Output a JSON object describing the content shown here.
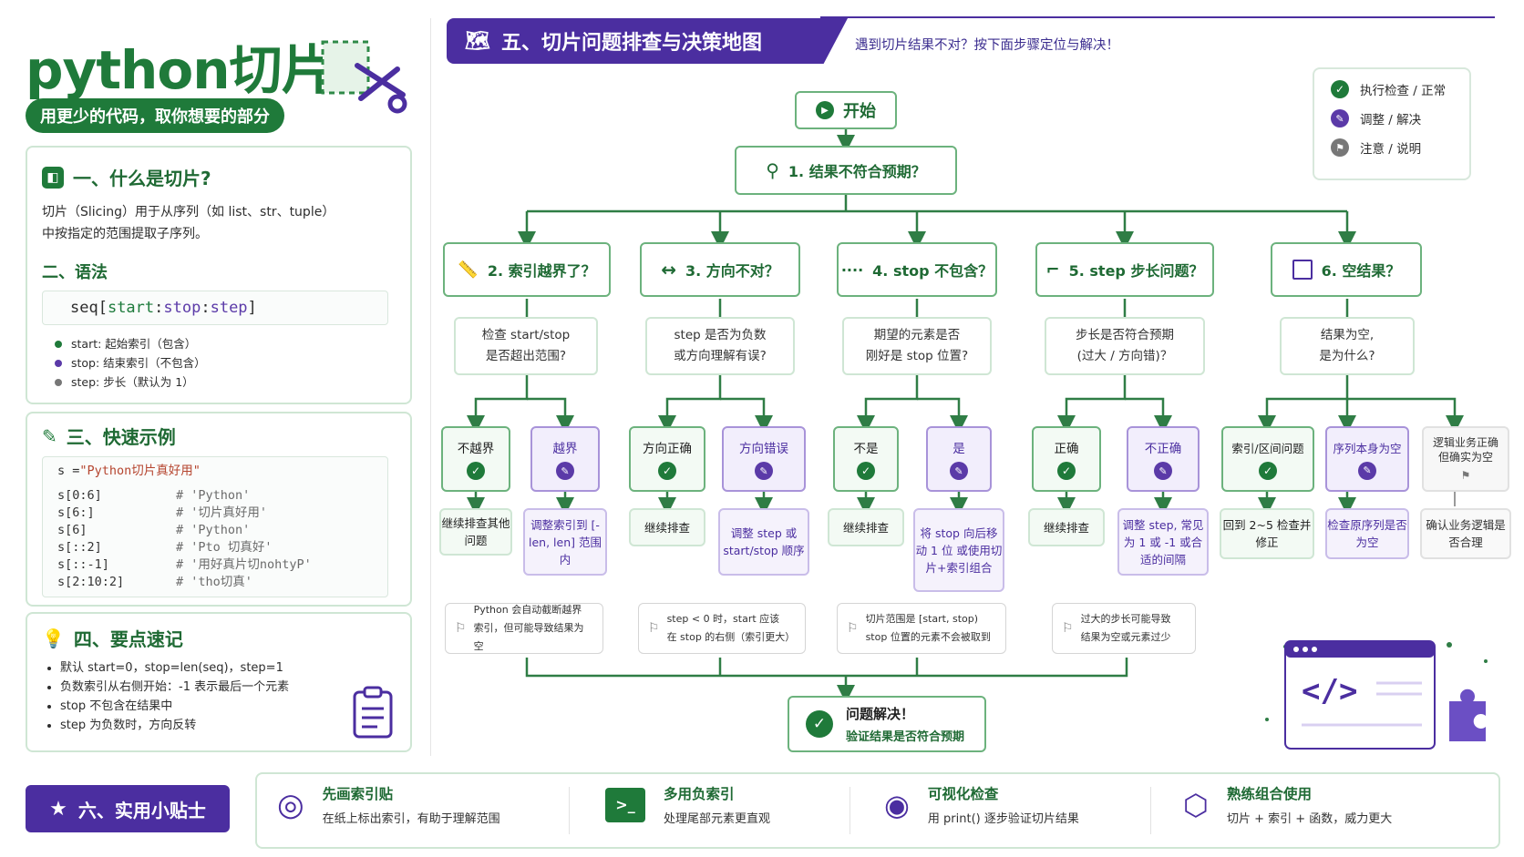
{
  "brand": {
    "title": "python切片",
    "tagline": "用更少的代码，取你想要的部分"
  },
  "sec1": {
    "title": "一、什么是切片?",
    "body1": "切片（Slicing）用于从序列（如 list、str、tuple）",
    "body2": "中按指定的范围提取子序列。"
  },
  "sec2": {
    "title": "二、语法",
    "syntax_pre": "seq[",
    "syntax_start": "start",
    "syntax_colon1": ":",
    "syntax_stop": "stop",
    "syntax_colon2": ":",
    "syntax_step": "step",
    "syntax_post": "]",
    "bullets": [
      {
        "text": "start: 起始索引（包含）",
        "color": "#1f7a3a"
      },
      {
        "text": "stop: 结束索引（不包含）",
        "color": "#5b3aa8"
      },
      {
        "text": "step: 步长（默认为 1）",
        "color": "#777777"
      }
    ]
  },
  "sec3": {
    "title": "三、快速示例",
    "assign_var": "s = ",
    "assign_str": "\"Python切片真好用\"",
    "rows": [
      {
        "code": "s[0:6]",
        "comment": "#  'Python'"
      },
      {
        "code": "s[6:]",
        "comment": "#  '切片真好用'"
      },
      {
        "code": "s[6]",
        "comment": "#  'Python'"
      },
      {
        "code": "s[::2]",
        "comment": "#  'Pto 切真好'"
      },
      {
        "code": "s[::-1]",
        "comment": "#  '用好真片切nohtyP'"
      },
      {
        "code": "s[2:10:2]",
        "comment": "#  'tho切真'"
      }
    ]
  },
  "sec4": {
    "title": "四、要点速记",
    "items": [
      "默认 start=0，stop=len(seq)，step=1",
      "负数索引从右侧开始：-1 表示最后一个元素",
      "stop 不包含在结果中",
      "step 为负数时，方向反转"
    ]
  },
  "banner": {
    "title": "五、切片问题排查与决策地图",
    "subtitle": "遇到切片结果不对？按下面步骤定位与解决！"
  },
  "legend": [
    "执行检查 / 正常",
    "调整 / 解决",
    "注意 / 说明"
  ],
  "flow": {
    "start": "开始",
    "root": "1. 结果不符合预期？",
    "questions": [
      {
        "title": "2. 索引越界了？",
        "desc1": "检查 start/stop",
        "desc2": "是否超出范围?"
      },
      {
        "title": "3. 方向不对？",
        "desc1": "step 是否为负数",
        "desc2": "或方向理解有误?"
      },
      {
        "title": "4. stop 不包含？",
        "desc1": "期望的元素是否",
        "desc2": "刚好是 stop 位置?"
      },
      {
        "title": "5. step 步长问题？",
        "desc1": "步长是否符合预期",
        "desc2": "(过大 / 方向错)？"
      },
      {
        "title": "6. 空结果？",
        "desc1": "结果为空,",
        "desc2": "是为什么?"
      }
    ],
    "branches": [
      "不越界",
      "越界",
      "方向正确",
      "方向错误",
      "不是",
      "是",
      "正确",
      "不正确",
      "索引/区间问题",
      "序列本身为空",
      "逻辑业务正确但确实为空"
    ],
    "actions": [
      "继续排查其他问题",
      "调整索引到 [-len, len] 范围内",
      "继续排查",
      "调整 step 或 start/stop 顺序",
      "继续排查",
      "将 stop 向后移动 1 位 或使用切片+索引组合",
      "继续排查",
      "调整 step, 常见为 1 或 -1 或合适的间隔",
      "回到 2~5 检查并修正",
      "检查原序列是否为空",
      "确认业务逻辑是否合理"
    ],
    "notes": [
      {
        "l1": "Python 会自动截断越界",
        "l2": "索引，但可能导致结果为空"
      },
      {
        "l1": "step < 0 时，start 应该",
        "l2": "在 stop 的右侧（索引更大）"
      },
      {
        "l1": "切片范围是 [start, stop)",
        "l2": "stop 位置的元素不会被取到"
      },
      {
        "l1": "过大的步长可能导致",
        "l2": "结果为空或元素过少"
      }
    ],
    "end_title": "问题解决！",
    "end_sub": "验证结果是否符合预期"
  },
  "tips": {
    "title": "六、实用小贴士",
    "items": [
      {
        "title": "先画索引贴",
        "desc": "在纸上标出索引，有助于理解范围",
        "icon": "target-icon"
      },
      {
        "title": "多用负索引",
        "desc": "处理尾部元素更直观",
        "icon": "terminal-icon"
      },
      {
        "title": "可视化检查",
        "desc": "用 print() 逐步验证切片结果",
        "icon": "eye-icon"
      },
      {
        "title": "熟练组合使用",
        "desc": "切片 + 索引 + 函数，威力更大",
        "icon": "cube-icon"
      }
    ]
  },
  "colors": {
    "green": "#1f7a3a",
    "purple": "#4b2ea0",
    "line": "#2f7d45"
  }
}
